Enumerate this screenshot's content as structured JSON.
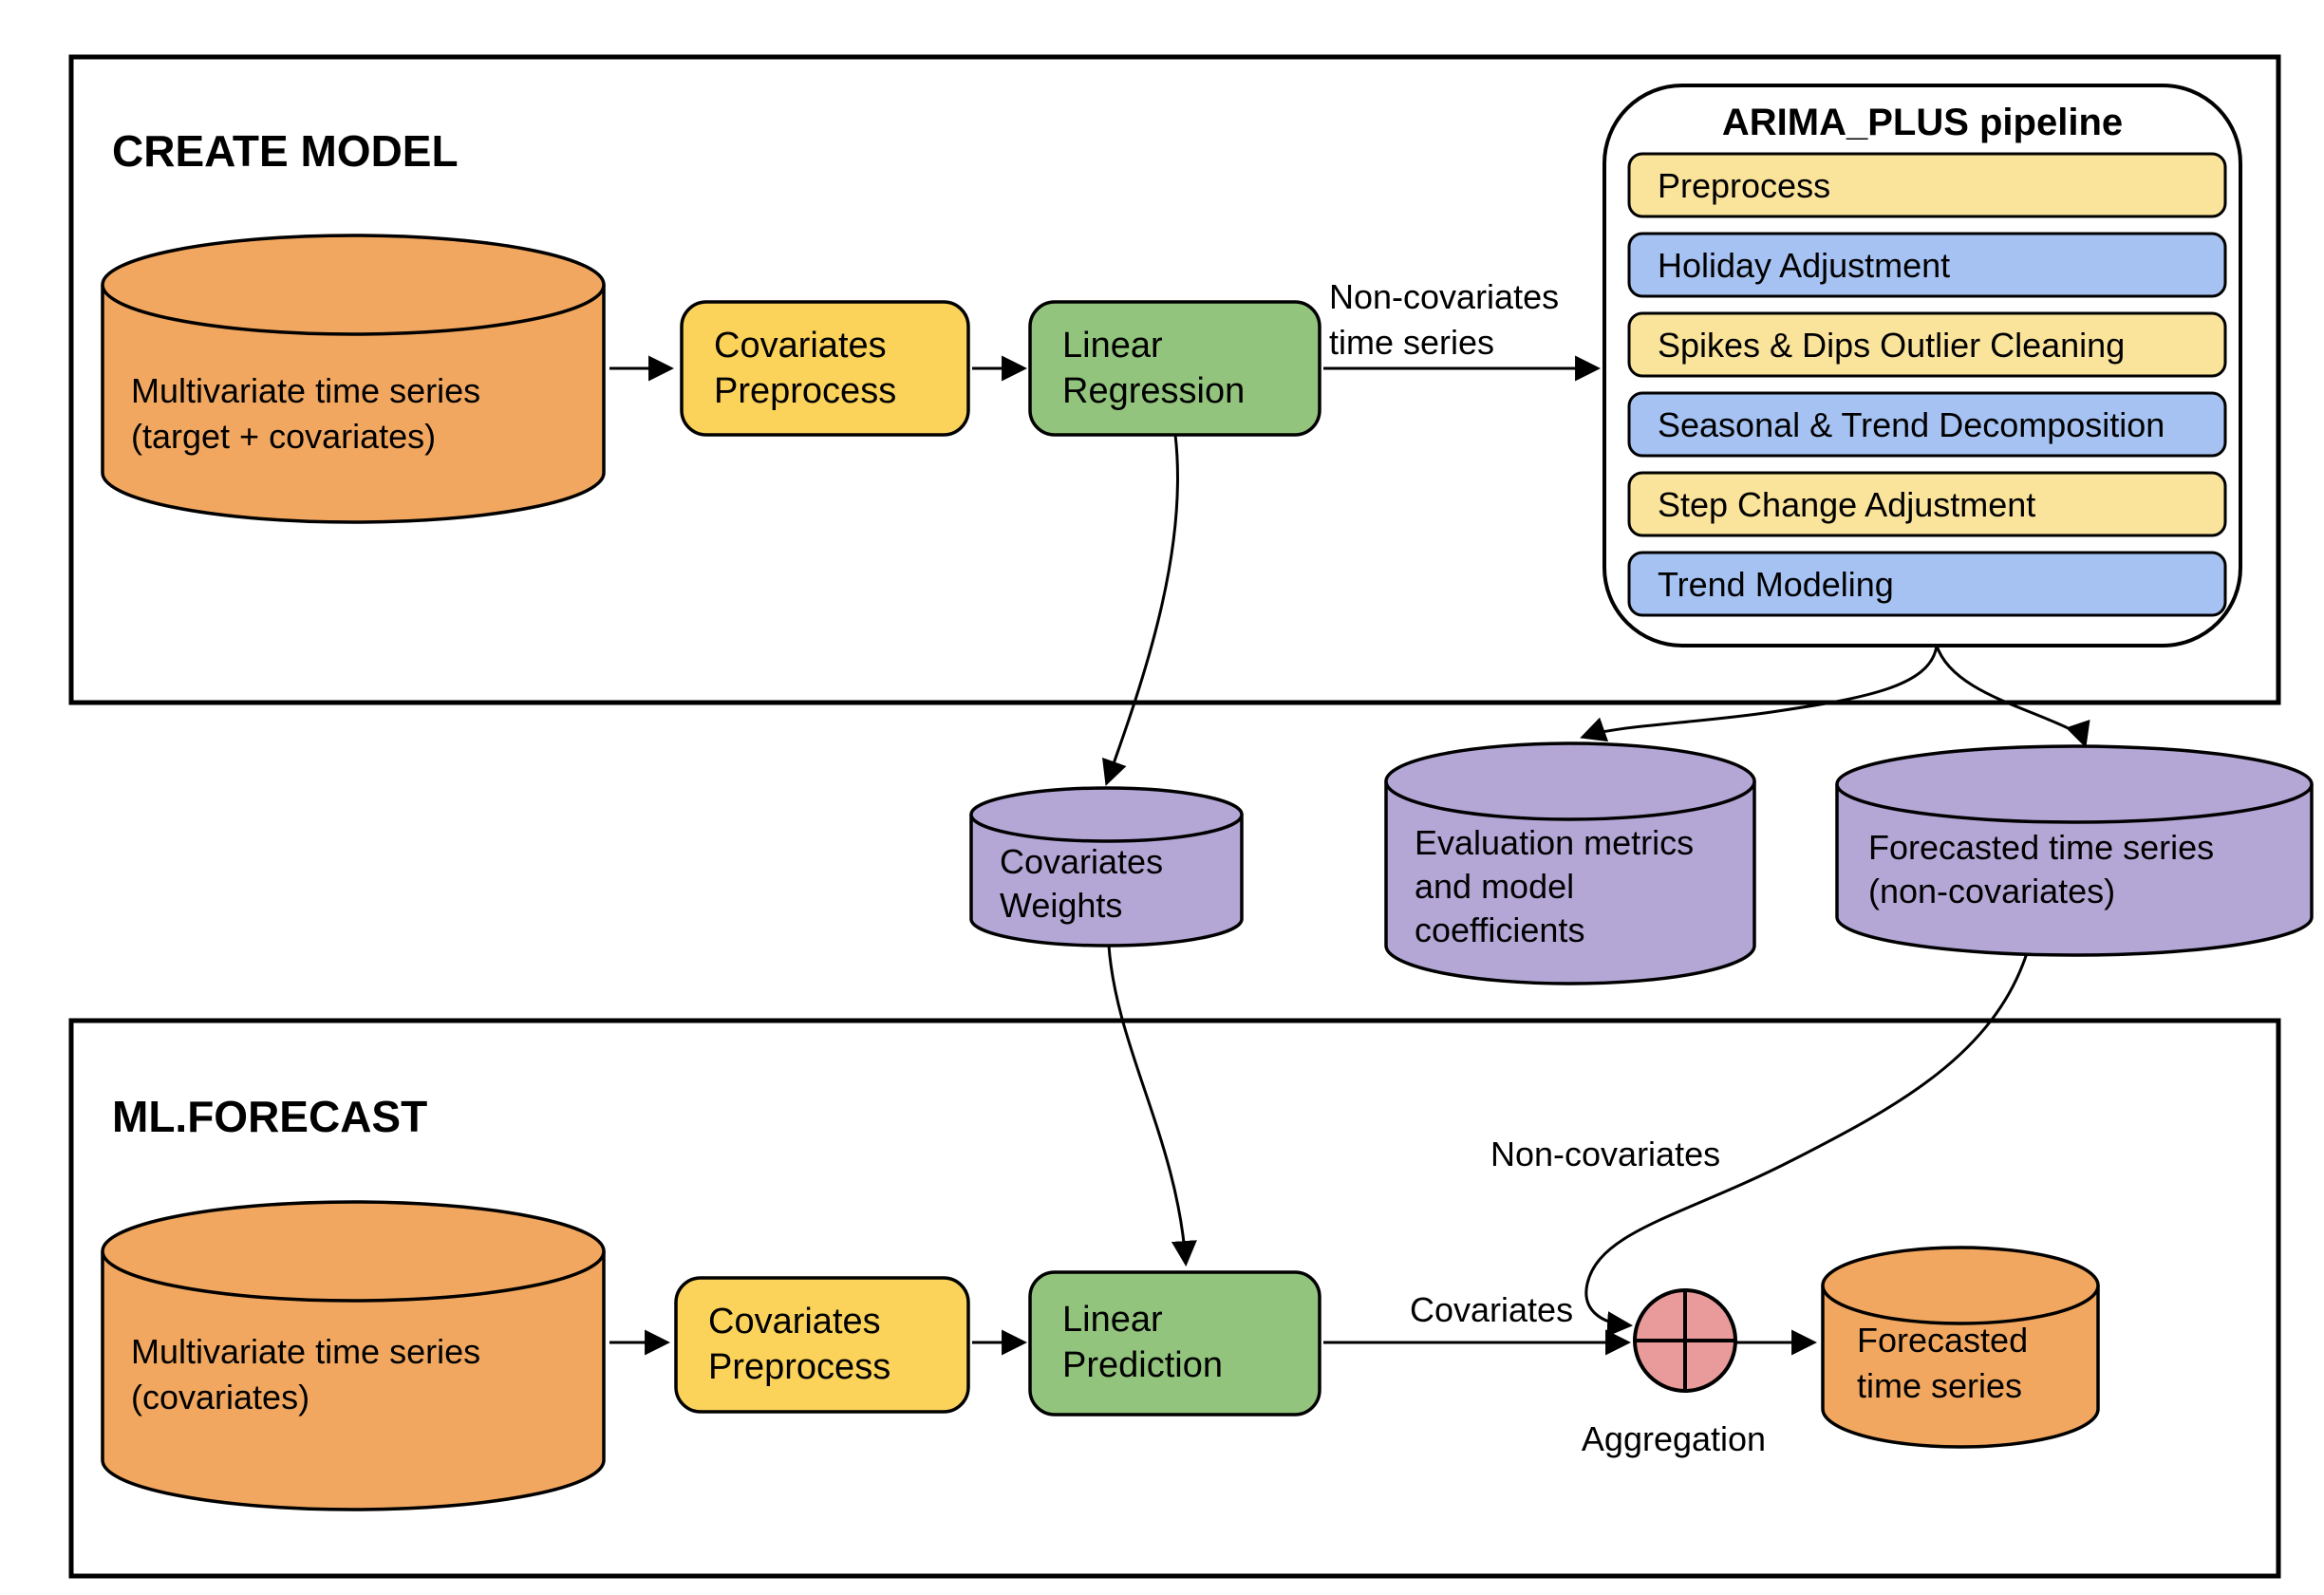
{
  "palette": {
    "background": "#ffffff",
    "stroke": "#000000",
    "orange": "#F1A75F",
    "yellow": "#FBD25A",
    "light_yellow": "#FAE39A",
    "blue": "#A5C2F2",
    "green": "#93C47D",
    "purple": "#B4A7D6",
    "pink": "#E99B9B"
  },
  "create_model": {
    "title": "CREATE MODEL",
    "input_db": {
      "line1": "Multivariate time series",
      "line2": "(target + covariates)"
    },
    "covariates_preprocess": {
      "line1": "Covariates",
      "line2": "Preprocess"
    },
    "linear_regression": {
      "line1": "Linear",
      "line2": "Regression"
    },
    "non_covariates_arrow_label": {
      "line1": "Non-covariates",
      "line2": "time series"
    },
    "arima_pipeline": {
      "title": "ARIMA_PLUS pipeline",
      "steps": [
        {
          "label": "Preprocess",
          "fill": "#FAE39A"
        },
        {
          "label": "Holiday Adjustment",
          "fill": "#A5C2F2"
        },
        {
          "label": "Spikes & Dips Outlier Cleaning",
          "fill": "#FAE39A"
        },
        {
          "label": "Seasonal & Trend Decomposition",
          "fill": "#A5C2F2"
        },
        {
          "label": "Step Change Adjustment",
          "fill": "#FAE39A"
        },
        {
          "label": "Trend Modeling",
          "fill": "#A5C2F2"
        }
      ]
    }
  },
  "model_outputs": {
    "covariates_weights": {
      "line1": "Covariates",
      "line2": "Weights"
    },
    "evaluation_metrics": {
      "line1": "Evaluation metrics",
      "line2": "and model",
      "line3": "coefficients"
    },
    "forecasted_non_covariates": {
      "line1": "Forecasted time series",
      "line2": "(non-covariates)"
    }
  },
  "ml_forecast": {
    "title": "ML.FORECAST",
    "input_db": {
      "line1": "Multivariate time series",
      "line2": "(covariates)"
    },
    "covariates_preprocess": {
      "line1": "Covariates",
      "line2": "Preprocess"
    },
    "linear_prediction": {
      "line1": "Linear",
      "line2": "Prediction"
    },
    "covariates_label": "Covariates",
    "non_covariates_label": "Non-covariates",
    "aggregation_label": "Aggregation",
    "output_db": {
      "line1": "Forecasted",
      "line2": "time series"
    }
  }
}
